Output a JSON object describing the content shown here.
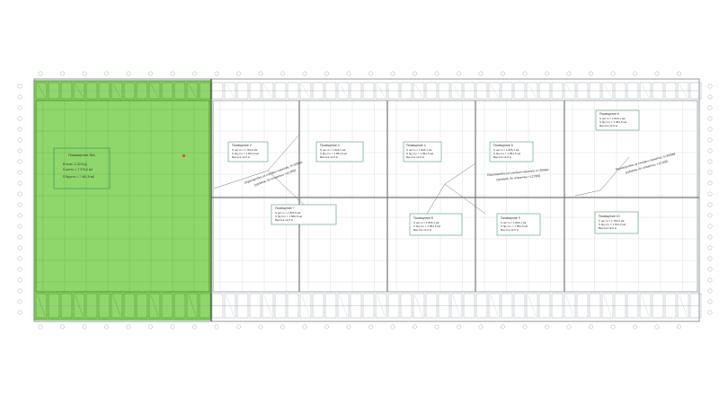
{
  "colors": {
    "background": "#ffffff",
    "line": "#8f9aa0",
    "grid": "#c9d0c9",
    "highlight_fill": "#8fd66b",
    "highlight_stroke": "#4a9a2a",
    "label_box": "#2e8b57",
    "text": "#333333"
  },
  "highlighted_unit": {
    "title": "Помещение №1",
    "lines": [
      "В осях: 1-22/А-Д",
      "S нетто = 7 276,6 м2",
      "S брутто = 7 461,9 м2"
    ]
  },
  "units": [
    {
      "title": "Помещение 2",
      "lines": [
        "S нетто = 1 790,0 м2",
        "S брутто = 1 814,0 м2",
        "Высота 12,0 м"
      ]
    },
    {
      "title": "Помещение 3",
      "lines": [
        "S нетто = 1 826,1 м2",
        "S брутто = 1 851,5 м2",
        "Высота 12,0 м"
      ]
    },
    {
      "title": "Помещение 4",
      "lines": [
        "S нетто = 1 826,1 м2",
        "S брутто = 1 851,5 м2",
        "Высота 12,0 м"
      ]
    },
    {
      "title": "Помещение 5",
      "lines": [
        "S нетто = 1 826,1 м2",
        "S брутто = 1 851,5 м2",
        "Высота 12,0 м"
      ]
    },
    {
      "title": "Помещение 6",
      "lines": [
        "S нетто = 1 826,1 м2",
        "S брутто = 1 851,5 м2",
        "Высота 12,0 м"
      ]
    },
    {
      "title": "Помещение 7",
      "lines": [
        "S нетто = 1 835,5 м2",
        "S брутто = 1 860,9 м2",
        "Высота 12,0 м"
      ]
    },
    {
      "title": "Помещение 8",
      "lines": [
        "S нетто = 1 826,1 м2",
        "S брутто = 1 851,5 м2",
        "Высота 12,0 м"
      ]
    },
    {
      "title": "Помещение 9",
      "lines": [
        "S нетто = 1 826,1 м2",
        "S брутто = 1 851,5 м2",
        "Высота 12,0 м"
      ]
    },
    {
      "title": "Помещение 10",
      "lines": [
        "S нетто = 1 790,0 м2",
        "S брутто = 1 814,0 м2",
        "Высота 12,0 м"
      ]
    }
  ],
  "annotations": [
    {
      "lines": [
        "Перегородка из сэндвич-панелей, h=300мм",
        "(уровень до отметки +12.000)"
      ]
    },
    {
      "lines": [
        "Перегородка из сэндвич-панелей, h=300мм",
        "(уровень до отметки +12.000)"
      ]
    },
    {
      "lines": [
        "Перегородка из сэндвич-панелей, h=300мм",
        "(уровень до отметки +12.000)"
      ]
    }
  ]
}
